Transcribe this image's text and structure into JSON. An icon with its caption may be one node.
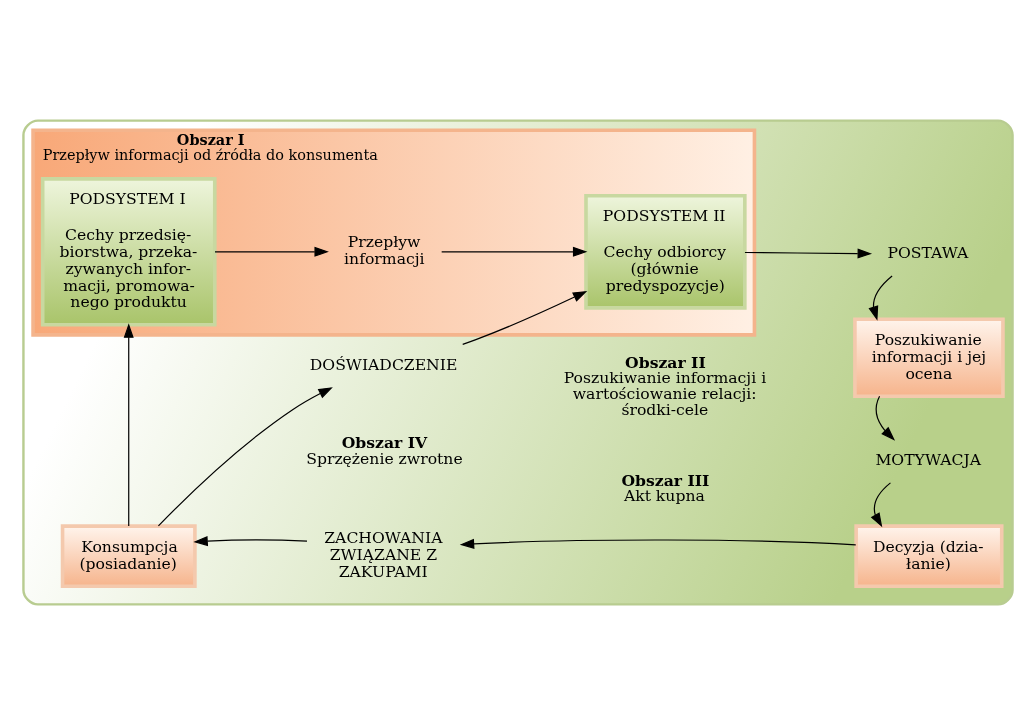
{
  "diagram": {
    "nodes": [
      {
        "text": [],
        "shape": "box"
      },
      {
        "text": [
          "Obszar I",
          "Przepływ informacji od źródła do konsumenta"
        ],
        "in": 0
      },
      {
        "text": [
          "PODSYSTEM I",
          "Cechy przedsię- biorstwa, przeka- zywanych infor- macji, promowa- nego produktu"
        ],
        "in": 1
      },
      {
        "text": [
          "Przepływ informacji"
        ],
        "in": 1
      },
      {
        "text": [
          "PODSYSTEM II",
          "Cechy odbiorcy (głównie predyspozycje)"
        ],
        "in": 1
      },
      {
        "text": [
          "POSTAWA"
        ],
        "in": 0
      },
      {
        "text": [
          "Poszukiwanie informacji i jej ocena"
        ],
        "in": 0
      },
      {
        "text": [
          "MOTYWACJA"
        ],
        "in": 0
      },
      {
        "text": [
          "Decyzja (dzia- łanie)"
        ],
        "in": 0
      },
      {
        "text": [
          "ZACHOWANIA ZWIĄZANE Z ZAKUPAMI"
        ],
        "in": 0
      },
      {
        "text": [
          "Konsumpcja (posiadanie)"
        ],
        "in": 0
      },
      {
        "text": [
          "DOŚWIADCZENIE"
        ],
        "in": 0
      }
    ],
    "edges": [
      {
        "from": 2,
        "to": 3,
        "arrow": "to"
      },
      {
        "from": 3,
        "to": 4,
        "arrow": "to"
      },
      {
        "from": 4,
        "to": 5,
        "arrow": "to"
      },
      {
        "from": 5,
        "to": 6,
        "arrow": "to"
      },
      {
        "from": 6,
        "to": 7,
        "arrow": "to"
      },
      {
        "from": 7,
        "to": 8,
        "arrow": "to"
      },
      {
        "from": 8,
        "to": 9,
        "arrow": "to"
      },
      {
        "from": 9,
        "to": 10,
        "arrow": "to"
      },
      {
        "from": 10,
        "to": 2,
        "arrow": "to"
      },
      {
        "from": 10,
        "to": 11,
        "arrow": "to"
      },
      {
        "from": 11,
        "to": 4,
        "arrow": "to"
      }
    ],
    "labels": [
      "Obszar II",
      "Poszukiwanie informacji i wartościowanie relacji: środki-cele",
      "Obszar III",
      "Akt kupna",
      "Obszar IV",
      "Sprzężenie zwrotne"
    ]
  }
}
